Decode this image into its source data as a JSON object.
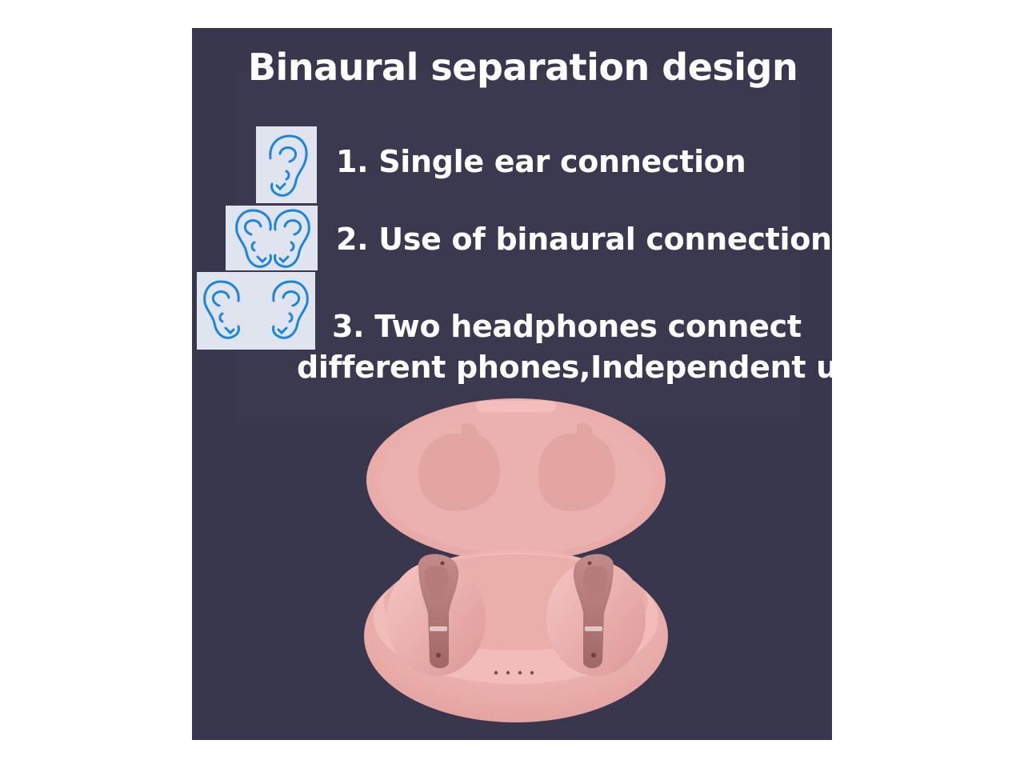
{
  "title": "Binaural separation design",
  "items": [
    {
      "text": "1. Single ear connection",
      "icon": "single-ear-icon"
    },
    {
      "text": "2. Use of binaural connection",
      "icon": "two-ears-together-icon"
    },
    {
      "text_line1": "3. Two headphones connect",
      "text_line2": "different phones,Independent use",
      "icon": "two-ears-apart-icon"
    }
  ],
  "colors": {
    "panel_background": "#38374d",
    "text": "#ffffff",
    "ear_icon": "#1b86e0",
    "ear_box": "#dfe4ee",
    "case_pink": "#f0b7b4"
  },
  "product_image": "pink-earbuds-charging-case"
}
